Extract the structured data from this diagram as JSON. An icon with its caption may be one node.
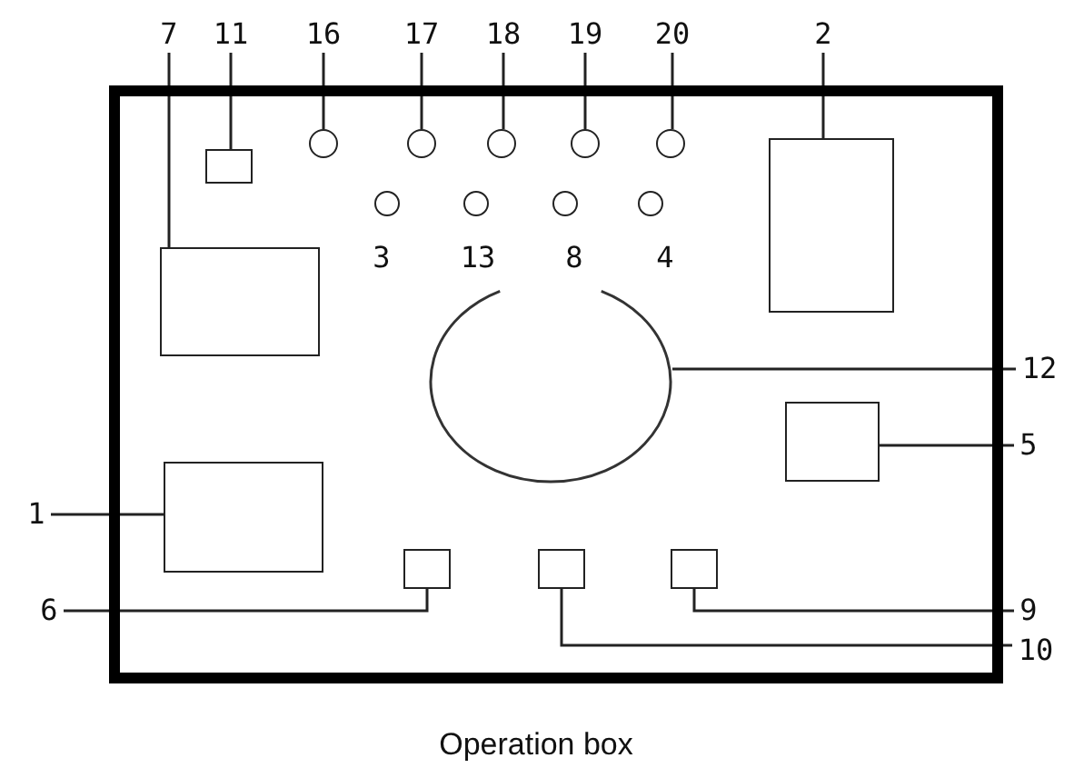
{
  "diagram": {
    "caption": "Operation box",
    "nodes": [
      {
        "text": [],
        "shape": "box"
      },
      {
        "text": [
          "7"
        ]
      },
      {
        "text": [
          "11"
        ]
      },
      {
        "text": [
          "16"
        ]
      },
      {
        "text": [
          "17"
        ]
      },
      {
        "text": [
          "18"
        ]
      },
      {
        "text": [
          "19"
        ]
      },
      {
        "text": [
          "20"
        ]
      },
      {
        "text": [
          "2"
        ]
      },
      {
        "text": [],
        "shape": "box",
        "in": 0
      },
      {
        "text": [],
        "shape": "circle",
        "in": 0
      },
      {
        "text": [],
        "shape": "circle",
        "in": 0
      },
      {
        "text": [],
        "shape": "circle",
        "in": 0
      },
      {
        "text": [],
        "shape": "circle",
        "in": 0
      },
      {
        "text": [],
        "shape": "circle",
        "in": 0
      },
      {
        "text": [],
        "shape": "box",
        "in": 0
      },
      {
        "text": [],
        "shape": "circle",
        "in": 0
      },
      {
        "text": [],
        "shape": "circle",
        "in": 0
      },
      {
        "text": [],
        "shape": "circle",
        "in": 0
      },
      {
        "text": [],
        "shape": "circle",
        "in": 0
      },
      {
        "text": [],
        "shape": "box",
        "in": 0
      },
      {
        "text": [],
        "shape": "circle",
        "in": 0
      },
      {
        "text": [
          "12"
        ]
      },
      {
        "text": [],
        "shape": "box",
        "in": 0
      },
      {
        "text": [
          "5"
        ]
      },
      {
        "text": [
          "1"
        ]
      },
      {
        "text": [],
        "shape": "box",
        "in": 0
      },
      {
        "text": [
          "6"
        ]
      },
      {
        "text": [],
        "shape": "box",
        "in": 0
      },
      {
        "text": [],
        "shape": "box",
        "in": 0
      },
      {
        "text": [],
        "shape": "box",
        "in": 0
      },
      {
        "text": [
          "9"
        ]
      },
      {
        "text": [
          "10"
        ]
      }
    ],
    "edges": [
      {
        "from": 1,
        "to": 20,
        "arrow": "none"
      },
      {
        "from": 2,
        "to": 9,
        "arrow": "none"
      },
      {
        "from": 3,
        "to": 10,
        "arrow": "none"
      },
      {
        "from": 4,
        "to": 11,
        "arrow": "none"
      },
      {
        "from": 5,
        "to": 12,
        "arrow": "none"
      },
      {
        "from": 6,
        "to": 13,
        "arrow": "none"
      },
      {
        "from": 7,
        "to": 14,
        "arrow": "none"
      },
      {
        "from": 8,
        "to": 15,
        "arrow": "none"
      },
      {
        "from": 22,
        "to": 21,
        "arrow": "none"
      },
      {
        "from": 24,
        "to": 23,
        "arrow": "none"
      },
      {
        "from": 25,
        "to": 26,
        "arrow": "none"
      },
      {
        "from": 27,
        "to": 28,
        "arrow": "none"
      },
      {
        "from": 31,
        "to": 30,
        "arrow": "none"
      },
      {
        "from": 32,
        "to": 29,
        "arrow": "none"
      }
    ],
    "labels": [
      "3",
      "13",
      "8",
      "4"
    ]
  }
}
